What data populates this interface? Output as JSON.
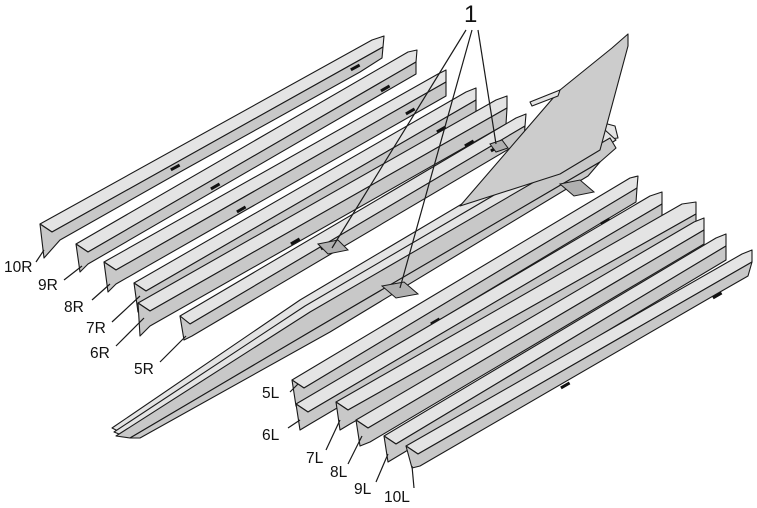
{
  "callout": {
    "number": "1"
  },
  "labels_right": [
    "10R",
    "9R",
    "8R",
    "7R",
    "6R",
    "5R"
  ],
  "labels_left": [
    "5L",
    "6L",
    "7L",
    "8L",
    "9L",
    "10L"
  ],
  "colors": {
    "panel_fill": "#c8c8c8",
    "panel_top": "#e4e4e4",
    "outline": "#1a1a1a",
    "background": "#ffffff"
  }
}
